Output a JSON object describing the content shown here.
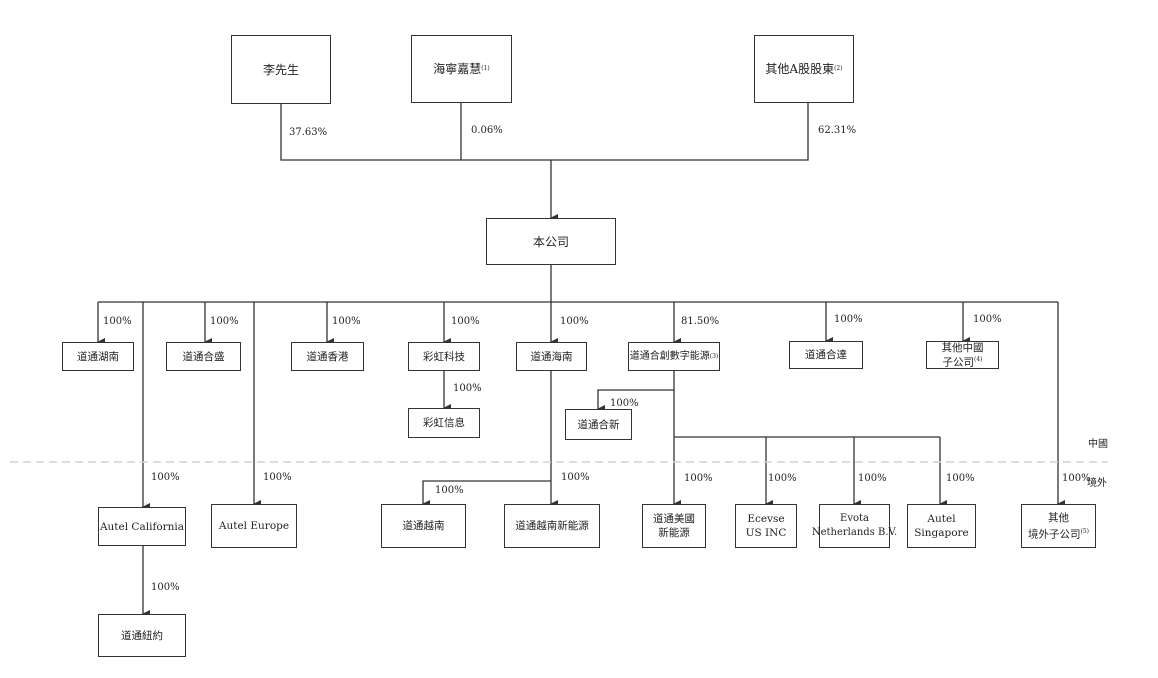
{
  "shareholders": {
    "mr_li": {
      "name": "李先生",
      "pct": "37.63%"
    },
    "haining": {
      "name": "海寧嘉慧",
      "note": "(1)",
      "pct": "0.06%"
    },
    "other_a": {
      "name": "其他A股股東",
      "note": "(2)",
      "pct": "62.31%"
    }
  },
  "company": "本公司",
  "subsidiaries": {
    "hunan": {
      "name": "道通湖南",
      "pct": "100%"
    },
    "hesheng": {
      "name": "道通合盛",
      "pct": "100%"
    },
    "hongkong": {
      "name": "道通香港",
      "pct": "100%"
    },
    "caihong_tech": {
      "name": "彩虹科技",
      "pct": "100%"
    },
    "caihong_info": {
      "name": "彩虹信息",
      "pct": "100%"
    },
    "hainan": {
      "name": "道通海南",
      "pct": "100%"
    },
    "hechuang": {
      "name": "道通合創數字能源",
      "note": "(3)",
      "pct": "81.50%"
    },
    "hexin": {
      "name": "道通合新",
      "pct": "100%"
    },
    "heda": {
      "name": "道通合達",
      "pct": "100%"
    },
    "other_china": {
      "name_line1": "其他中國",
      "name_line2": "子公司",
      "note": "(4)",
      "pct": "100%"
    },
    "autel_california": {
      "name": "Autel California",
      "pct": "100%"
    },
    "newyork": {
      "name": "道通紐約",
      "pct": "100%"
    },
    "autel_europe": {
      "name": "Autel Europe",
      "pct": "100%"
    },
    "vietnam": {
      "name": "道通越南",
      "pct": "100%"
    },
    "vietnam_energy": {
      "name": "道通越南新能源",
      "pct": "100%"
    },
    "us_energy": {
      "name_line1": "道通美國",
      "name_line2": "新能源",
      "pct": "100%"
    },
    "ecevse": {
      "name_line1": "Ecevse",
      "name_line2": "US INC",
      "pct": "100%"
    },
    "evota": {
      "name_line1": "Evota",
      "name_line2": "Netherlands B.V.",
      "pct": "100%"
    },
    "autel_singapore": {
      "name_line1": "Autel",
      "name_line2": "Singapore",
      "pct": "100%"
    },
    "other_overseas": {
      "name_line1": "其他",
      "name_line2": "境外子公司",
      "note": "(5)",
      "pct": "100%"
    }
  },
  "regions": {
    "china": "中國",
    "overseas": "境外"
  },
  "colors": {
    "line": "#333333",
    "divider": "#d9d2c3"
  }
}
